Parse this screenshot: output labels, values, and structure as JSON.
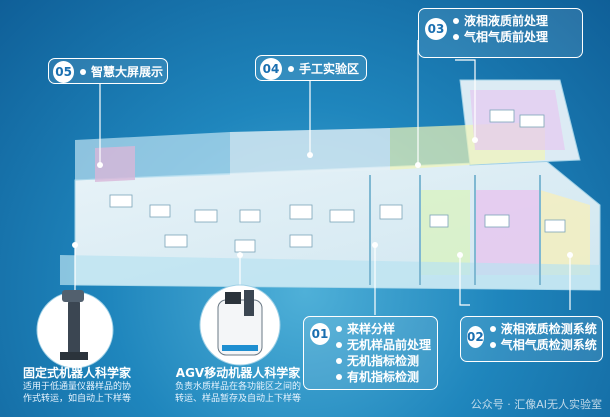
{
  "zones": [
    {
      "num": "03",
      "items": [
        "液相液质前处理",
        "气相气质前处理"
      ]
    },
    {
      "num": "05",
      "items": [
        "智慧大屏展示"
      ]
    },
    {
      "num": "04",
      "items": [
        "手工实验区"
      ]
    },
    {
      "num": "01",
      "items": [
        "来样分样",
        "无机样品前处理",
        "无机指标检测",
        "有机指标检测"
      ]
    },
    {
      "num": "02",
      "items": [
        "液相液质检测系统",
        "气相气质检测系统"
      ]
    }
  ],
  "robots": [
    {
      "title": "固定式机器人科学家",
      "desc_line1": "适用于低通量仪器样品的协",
      "desc_line2": "作式转运，如自动上下样等"
    },
    {
      "title": "AGV移动机器人科学家",
      "desc_line1": "负责水质样品在各功能区之间的",
      "desc_line2": "转运、样品暂存及自动上下样等"
    }
  ],
  "watermark": "公众号 · 汇像AI无人实验室"
}
